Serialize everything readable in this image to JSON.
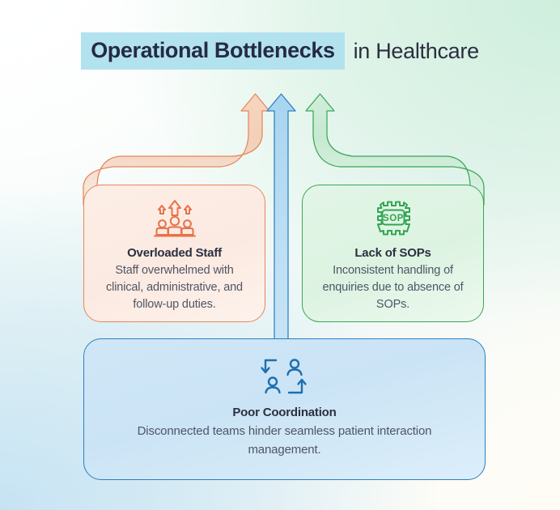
{
  "header": {
    "title_highlight": "Operational Bottlenecks",
    "title_rest": "in Healthcare",
    "highlight_color": "#b3e2ef",
    "title_color": "#252b44"
  },
  "connectors": [
    {
      "name": "arrow-overloaded-staff",
      "color": "#e8855c",
      "direction": "up"
    },
    {
      "name": "arrow-poor-coordination",
      "color": "#2b7fc0",
      "direction": "up"
    },
    {
      "name": "arrow-lack-of-sops",
      "color": "#3aa656",
      "direction": "up"
    }
  ],
  "cards": [
    {
      "id": "overloaded",
      "icon": "overloaded-staff-icon",
      "title": "Overloaded Staff",
      "body": "Staff overwhelmed with clinical, administrative, and follow-up duties.",
      "accent": "#e8855c",
      "fill": "#fbeae1"
    },
    {
      "id": "sops",
      "icon": "sop-gear-icon",
      "title": "Lack of SOPs",
      "body": "Inconsistent handling of enquiries due to absence of SOPs.",
      "accent": "#3aa656",
      "fill": "#ddf3e2",
      "icon_label": "SOP"
    },
    {
      "id": "coordination",
      "icon": "poor-coordination-icon",
      "title": "Poor Coordination",
      "body": "Disconnected teams hinder seamless patient interaction management.",
      "accent": "#2b7fc0",
      "fill": "#cbe4f5"
    }
  ]
}
